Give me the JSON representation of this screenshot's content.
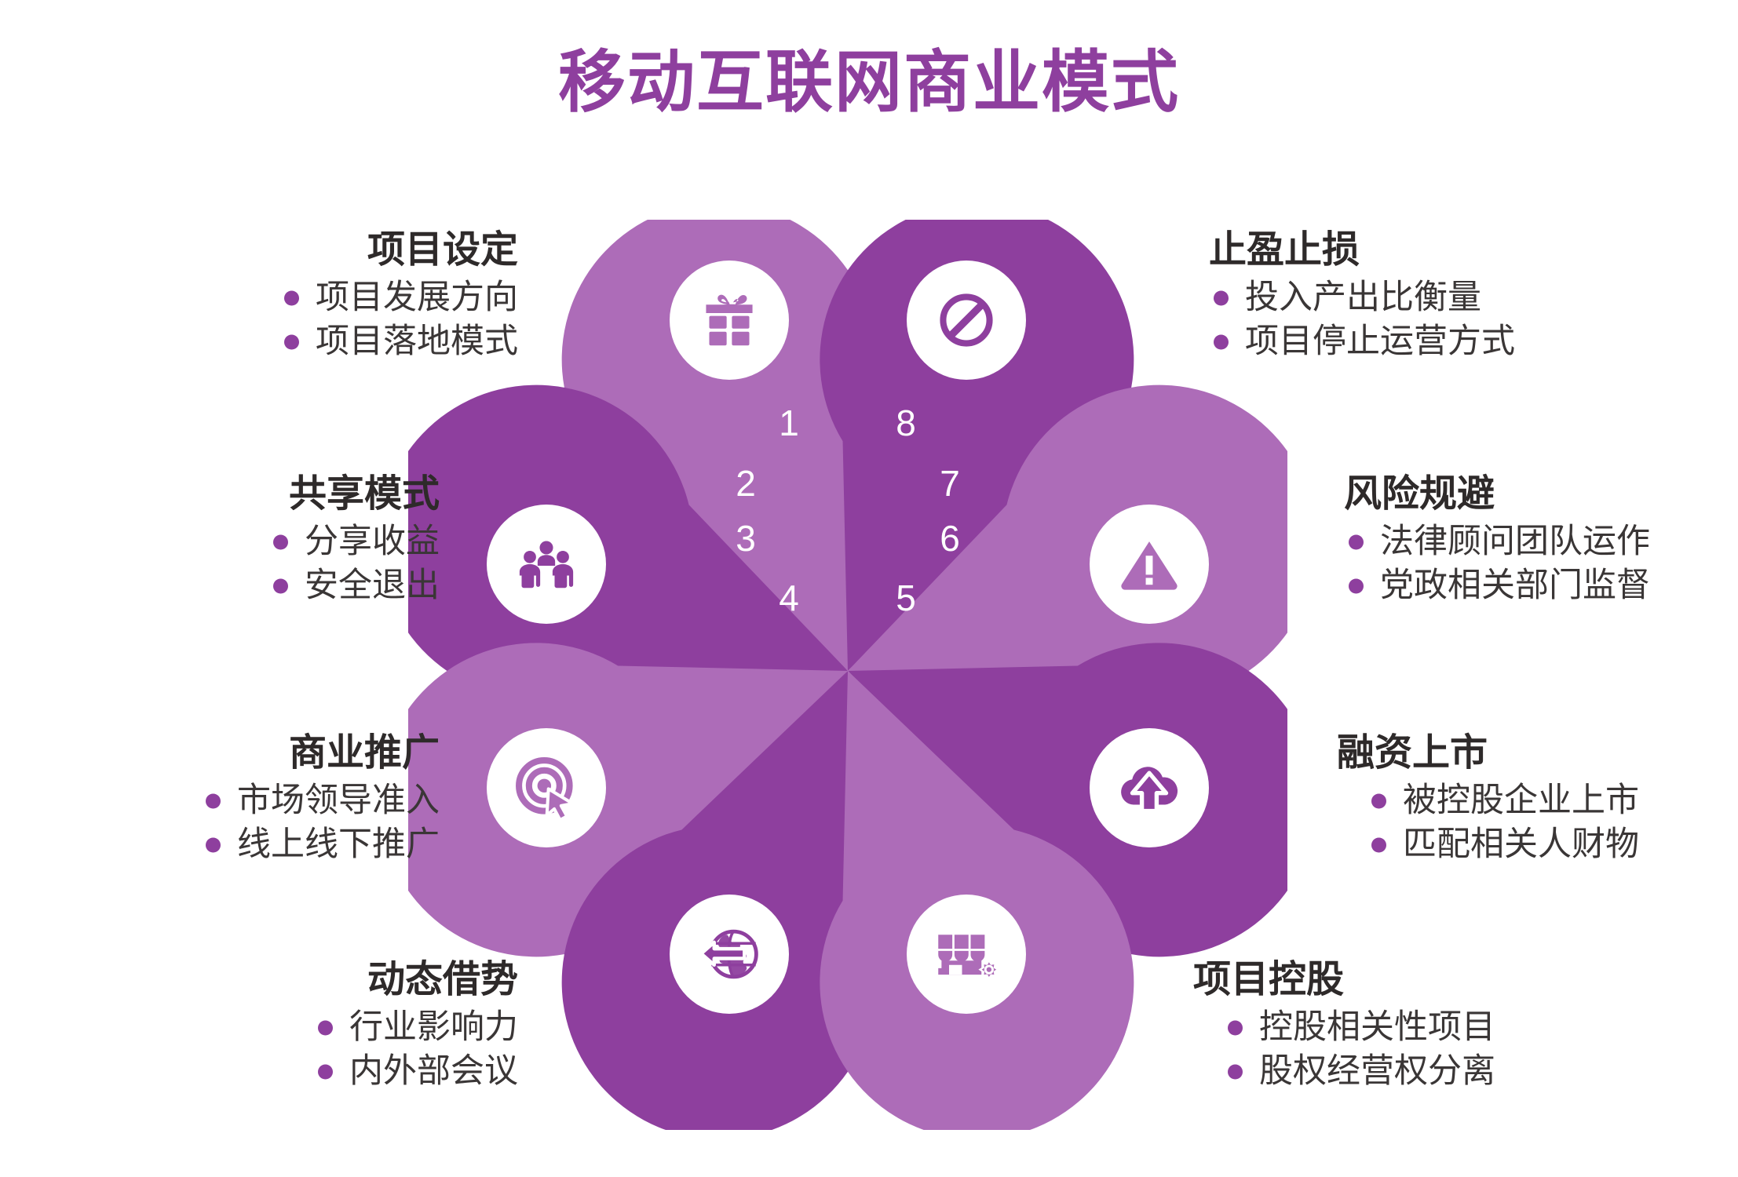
{
  "title": "移动互联网商业模式",
  "theme": {
    "accent_dark": "#8e3f9e",
    "accent_light": "#ad6cb8",
    "title_color": "#8e3f9e",
    "text_color": "#332f2f",
    "bullet_color": "#8e3f9e",
    "background": "#ffffff"
  },
  "center_numbers": [
    "1",
    "2",
    "3",
    "4",
    "5",
    "6",
    "7",
    "8"
  ],
  "petals": [
    {
      "number": "1",
      "icon": "gift-icon",
      "tone": "light",
      "heading": "项目设定",
      "bullets": [
        "项目发展方向",
        "项目落地模式"
      ],
      "side": "left"
    },
    {
      "number": "2",
      "icon": "people-group-icon",
      "tone": "dark",
      "heading": "共享模式",
      "bullets": [
        "分享收益",
        "安全退出"
      ],
      "side": "left"
    },
    {
      "number": "3",
      "icon": "target-cursor-icon",
      "tone": "light",
      "heading": "商业推广",
      "bullets": [
        "市场领导准入",
        "线上线下推广"
      ],
      "side": "left"
    },
    {
      "number": "4",
      "icon": "globe-exchange-icon",
      "tone": "dark",
      "heading": "动态借势",
      "bullets": [
        "行业影响力",
        "内外部会议"
      ],
      "side": "left"
    },
    {
      "number": "5",
      "icon": "storefront-gear-icon",
      "tone": "light",
      "heading": "项目控股",
      "bullets": [
        "控股相关性项目",
        "股权经营权分离"
      ],
      "side": "right"
    },
    {
      "number": "6",
      "icon": "cloud-upload-icon",
      "tone": "dark",
      "heading": "融资上市",
      "bullets": [
        "被控股企业上市",
        "匹配相关人财物"
      ],
      "side": "right"
    },
    {
      "number": "7",
      "icon": "warning-triangle-icon",
      "tone": "light",
      "heading": "风险规避",
      "bullets": [
        "法律顾问团队运作",
        "党政相关部门监督"
      ],
      "side": "right"
    },
    {
      "number": "8",
      "icon": "prohibition-icon",
      "tone": "dark",
      "heading": "止盈止损",
      "bullets": [
        "投入产出比衡量",
        "项目停止运营方式"
      ],
      "side": "right"
    }
  ]
}
